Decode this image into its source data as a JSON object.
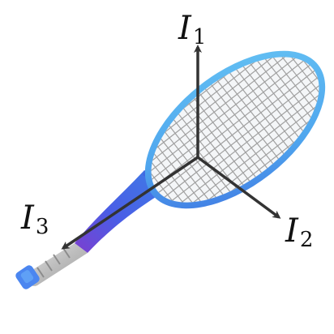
{
  "labels": {
    "axis1": {
      "main": "I",
      "sub": "1"
    },
    "axis2": {
      "main": "I",
      "sub": "2"
    },
    "axis3": {
      "main": "I",
      "sub": "3"
    }
  },
  "colors": {
    "frame_light": "#5ab8f0",
    "frame_dark": "#3d6fe0",
    "throat": "#4f5fe6",
    "handle": "#7a3fd0",
    "grip": "#c8c8c8",
    "butt_cap": "#4b86f0",
    "strings": "#9a9a9a",
    "arrow": "#333333"
  }
}
